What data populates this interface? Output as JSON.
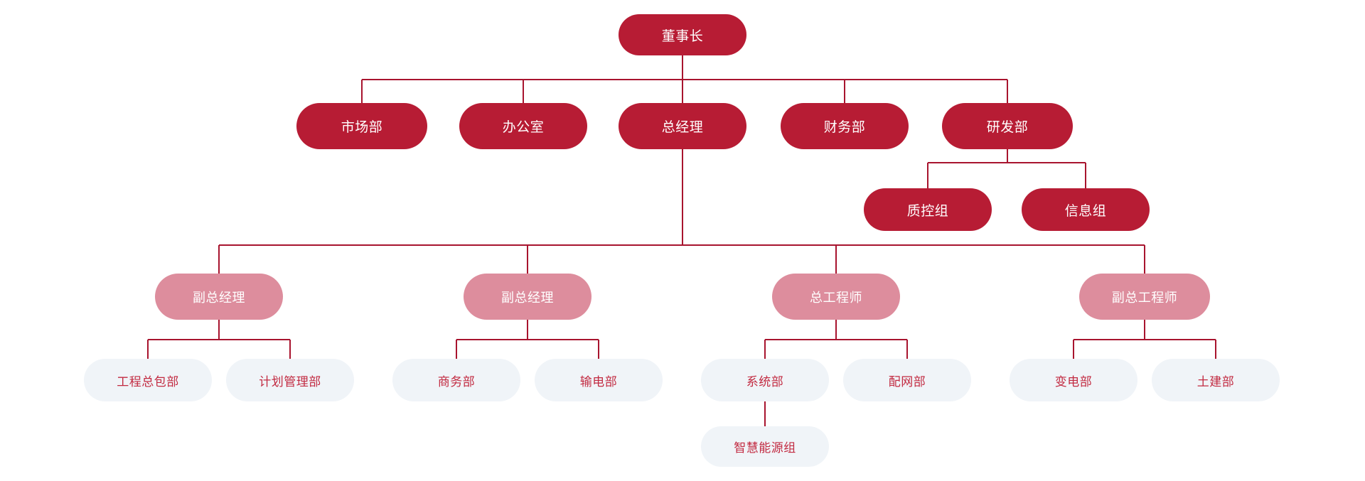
{
  "chart_meta": {
    "type": "org-chart",
    "title": "",
    "background_color": "#FFFFFF",
    "line_color": "#A8142E",
    "levels": [
      {
        "name": "level-1",
        "style": "dark",
        "fill": "#B71C34",
        "text_color": "#FFFFFF"
      },
      {
        "name": "level-2",
        "style": "dark",
        "fill": "#B71C34",
        "text_color": "#FFFFFF"
      },
      {
        "name": "level-3",
        "style": "pink",
        "fill": "#DD8D9D",
        "text_color": "#FFFFFF"
      },
      {
        "name": "level-4",
        "style": "light",
        "fill": "#F0F4F8",
        "text_color": "#C22A41"
      }
    ]
  },
  "nodes": {
    "chairman": {
      "label": "董事长",
      "style": "dark"
    },
    "row2": [
      {
        "id": "marketing",
        "label": "市场部",
        "style": "dark"
      },
      {
        "id": "office",
        "label": "办公室",
        "style": "dark"
      },
      {
        "id": "general-manager",
        "label": "总经理",
        "style": "dark"
      },
      {
        "id": "finance",
        "label": "财务部",
        "style": "dark"
      },
      {
        "id": "rnd",
        "label": "研发部",
        "style": "dark"
      }
    ],
    "rnd_children": [
      {
        "id": "quality-control",
        "label": "质控组",
        "style": "dark"
      },
      {
        "id": "information",
        "label": "信息组",
        "style": "dark"
      }
    ],
    "deputies": [
      {
        "id": "deputy-gm-1",
        "label": "副总经理",
        "style": "pink"
      },
      {
        "id": "deputy-gm-2",
        "label": "副总经理",
        "style": "pink"
      },
      {
        "id": "chief-engineer",
        "label": "总工程师",
        "style": "pink"
      },
      {
        "id": "deputy-chief-engineer",
        "label": "副总工程师",
        "style": "pink"
      }
    ],
    "departments": [
      {
        "id": "epc",
        "label": "工程总包部",
        "style": "light",
        "parent": "deputy-gm-1"
      },
      {
        "id": "planning",
        "label": "计划管理部",
        "style": "light",
        "parent": "deputy-gm-1"
      },
      {
        "id": "commerce",
        "label": "商务部",
        "style": "light",
        "parent": "deputy-gm-2"
      },
      {
        "id": "transmission",
        "label": "输电部",
        "style": "light",
        "parent": "deputy-gm-2"
      },
      {
        "id": "system",
        "label": "系统部",
        "style": "light",
        "parent": "chief-engineer"
      },
      {
        "id": "distribution",
        "label": "配网部",
        "style": "light",
        "parent": "chief-engineer"
      },
      {
        "id": "substation",
        "label": "变电部",
        "style": "light",
        "parent": "deputy-chief-engineer"
      },
      {
        "id": "civil",
        "label": "土建部",
        "style": "light",
        "parent": "deputy-chief-engineer"
      }
    ],
    "system_children": [
      {
        "id": "smart-energy",
        "label": "智慧能源组",
        "style": "light",
        "parent": "system"
      }
    ]
  }
}
